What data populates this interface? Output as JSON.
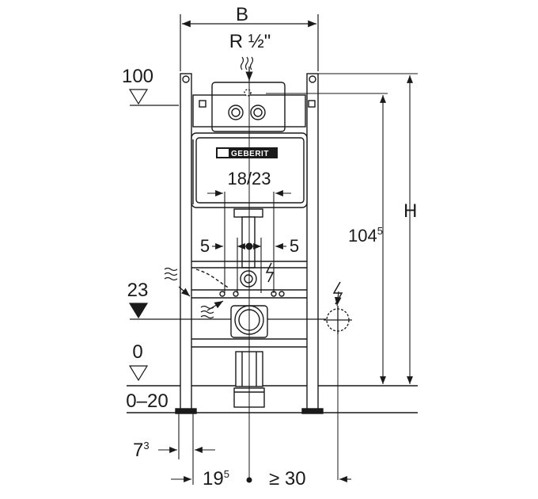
{
  "dimensions": {
    "width_label": "B",
    "connection_label": "R ½\"",
    "height_label": "H",
    "frame_height_main": "104",
    "frame_height_sup": "5",
    "flush_range": "18/23",
    "offset_left": "5",
    "offset_right": "5",
    "level_top": "100",
    "level_inlet": "23",
    "level_floor": "0",
    "floor_range": "0–20",
    "foot_depth_main": "7",
    "foot_depth_sup": "3",
    "axis_offset_main": "19",
    "axis_offset_sup": "5",
    "min_clearance": "≥ 30"
  },
  "brand": {
    "logo_text": "GEBERIT"
  }
}
